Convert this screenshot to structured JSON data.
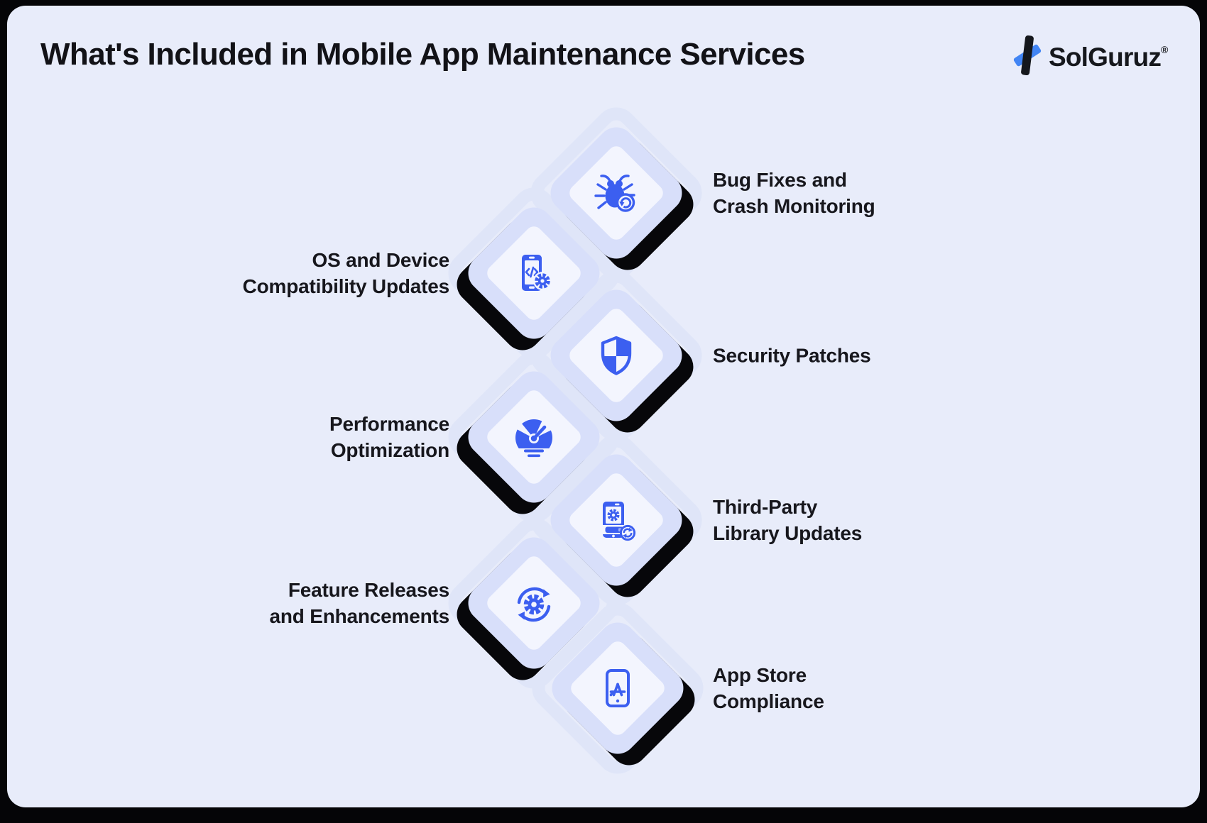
{
  "header": {
    "title": "What's Included in Mobile App Maintenance Services",
    "logo": {
      "text": "SolGuruz",
      "reg": "®"
    }
  },
  "colors": {
    "frame": "#050507",
    "panel_background": "#E8ECFA",
    "tile_border": "#D8DFFA",
    "tile_fill": "#F3F5FE",
    "tile_halo": "#DFE5F8",
    "tile_shadow": "#07070A",
    "icon_blue": "#3C5FF0",
    "logo_blue": "#4285F4",
    "text_dark": "#17171D"
  },
  "tiles": [
    {
      "icon": "bug-refresh-icon",
      "side": "right",
      "label_lines": [
        "Bug Fixes and",
        "Crash Monitoring"
      ]
    },
    {
      "icon": "phone-code-gear-icon",
      "side": "left",
      "label_lines": [
        "OS and Device",
        "Compatibility Updates"
      ]
    },
    {
      "icon": "shield-icon",
      "side": "right",
      "label_lines": [
        "Security Patches"
      ]
    },
    {
      "icon": "speedometer-icon",
      "side": "left",
      "label_lines": [
        "Performance",
        "Optimization"
      ]
    },
    {
      "icon": "phone-update-icon",
      "side": "right",
      "label_lines": [
        "Third-Party",
        "Library Updates"
      ]
    },
    {
      "icon": "gear-cycle-icon",
      "side": "left",
      "label_lines": [
        "Feature Releases",
        "and Enhancements"
      ]
    },
    {
      "icon": "appstore-phone-icon",
      "side": "right",
      "label_lines": [
        "App Store",
        "Compliance"
      ]
    }
  ]
}
